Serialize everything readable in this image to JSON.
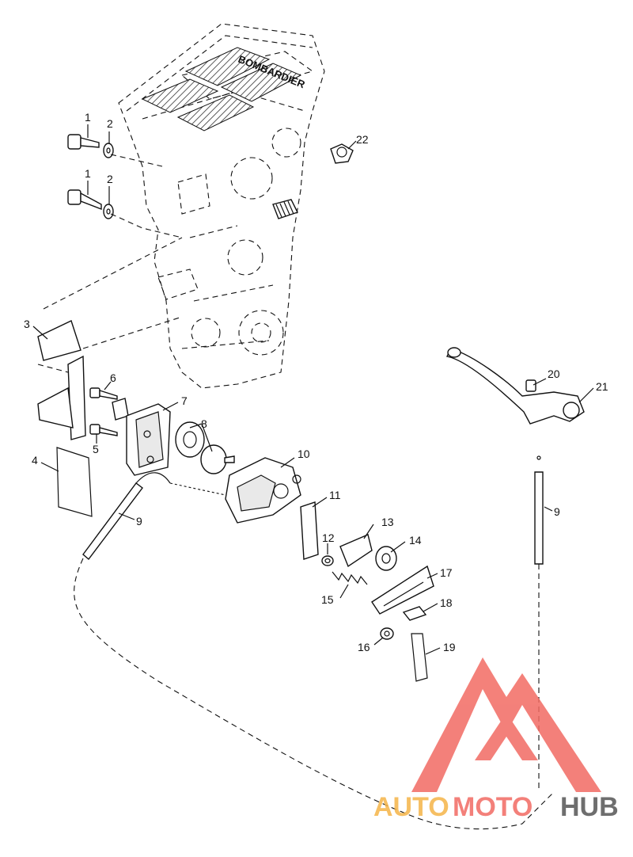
{
  "engine_brand": "BOMBARDIER",
  "callouts": {
    "c1a": "1",
    "c2a": "2",
    "c1b": "1",
    "c2b": "2",
    "c3": "3",
    "c4": "4",
    "c5": "5",
    "c6": "6",
    "c7": "7",
    "c8": "8",
    "c9a": "9",
    "c9b": "9",
    "c10": "10",
    "c11": "11",
    "c12": "12",
    "c13": "13",
    "c14": "14",
    "c15": "15",
    "c16": "16",
    "c17": "17",
    "c18": "18",
    "c19": "19",
    "c20": "20",
    "c21": "21",
    "c22": "22"
  },
  "watermark": {
    "part1": "AUTO",
    "part2": "MOTO",
    "part3": "HUB",
    "color_red": "#f26b63",
    "color_orange": "#f5b548",
    "color_gray": "#555555"
  }
}
